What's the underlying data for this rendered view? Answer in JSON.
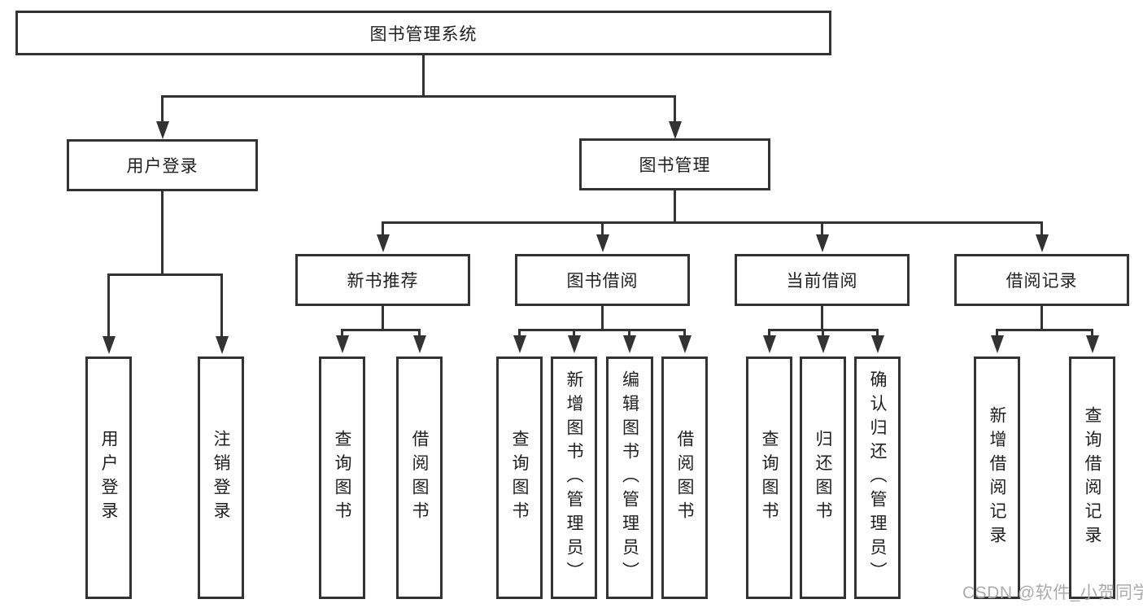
{
  "diagram": {
    "root": {
      "label": "图书管理系统"
    },
    "children": [
      {
        "label": "用户登录",
        "children": [
          "用户登录",
          "注销登录"
        ]
      },
      {
        "label": "图书管理",
        "children": [
          {
            "label": "新书推荐",
            "children": [
              "查询图书",
              "借阅图书"
            ]
          },
          {
            "label": "图书借阅",
            "children": [
              "查询图书",
              "新增图书（管理员）",
              "编辑图书（管理员）",
              "借阅图书"
            ]
          },
          {
            "label": "当前借阅",
            "children": [
              "查询图书",
              "归还图书",
              "确认归还（管理员）"
            ]
          },
          {
            "label": "借阅记录",
            "children": [
              "新增借阅记录",
              "查询借阅记录"
            ]
          }
        ]
      }
    ]
  },
  "watermark": {
    "label": "CSDN @软件_小贺同学"
  },
  "colors": {
    "line": "#333333",
    "text": "#1f1f1f",
    "watermark": "#ababab",
    "background": "#ffffff"
  }
}
